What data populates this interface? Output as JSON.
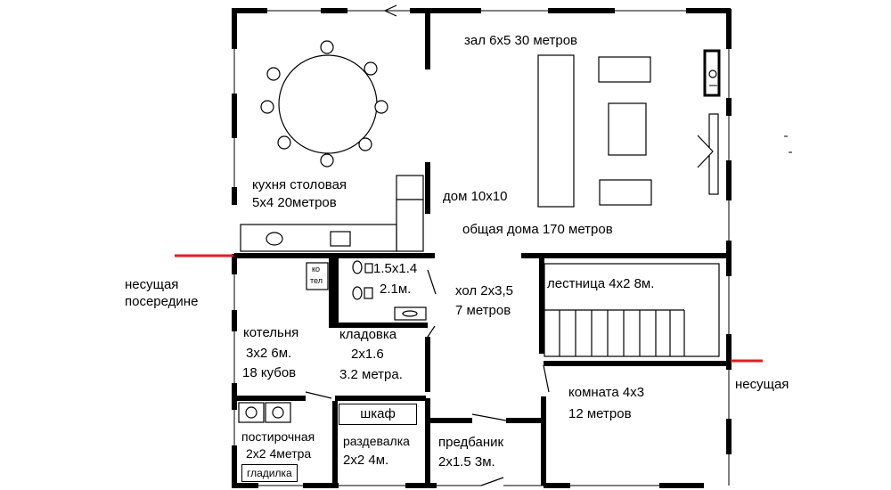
{
  "labels": {
    "hall": "зал  6х5   30 метров",
    "kitchen_1": "кухня столовая",
    "kitchen_2": "5х4  20метров",
    "house": "дом 10х10",
    "total": "общая дома 170 метров",
    "load_bearing_mid_1": "несущая",
    "load_bearing_mid_2": "посередине",
    "boiler_icon_1": "ко",
    "boiler_icon_2": "тел",
    "wc_1": "1.5х1.4",
    "wc_2": "2.1м.",
    "hallway_1": "хол 2х3,5",
    "hallway_2": "7 метров",
    "stairs": "лестница 4х2  8м.",
    "boiler_room_1": "котельня",
    "boiler_room_2": "3х2   6м.",
    "boiler_room_3": "18 кубов",
    "storage_1": "кладовка",
    "storage_2": "2х1.6",
    "storage_3": "3.2 метра.",
    "room_1": "комната  4х3",
    "room_2": "12 метров",
    "load_bearing_right": "несущая",
    "wardrobe": "шкаф",
    "laundry_1": "постирочная",
    "laundry_2": "2х2  4метра",
    "ironing": "гладилка",
    "changing_1": "раздевалка",
    "changing_2": "2х2  4м.",
    "anteroom_1": "предбаник",
    "anteroom_2": "2х1.5   3м."
  },
  "colors": {
    "wall": "#000000",
    "load_bearing_line": "#e31b23"
  }
}
